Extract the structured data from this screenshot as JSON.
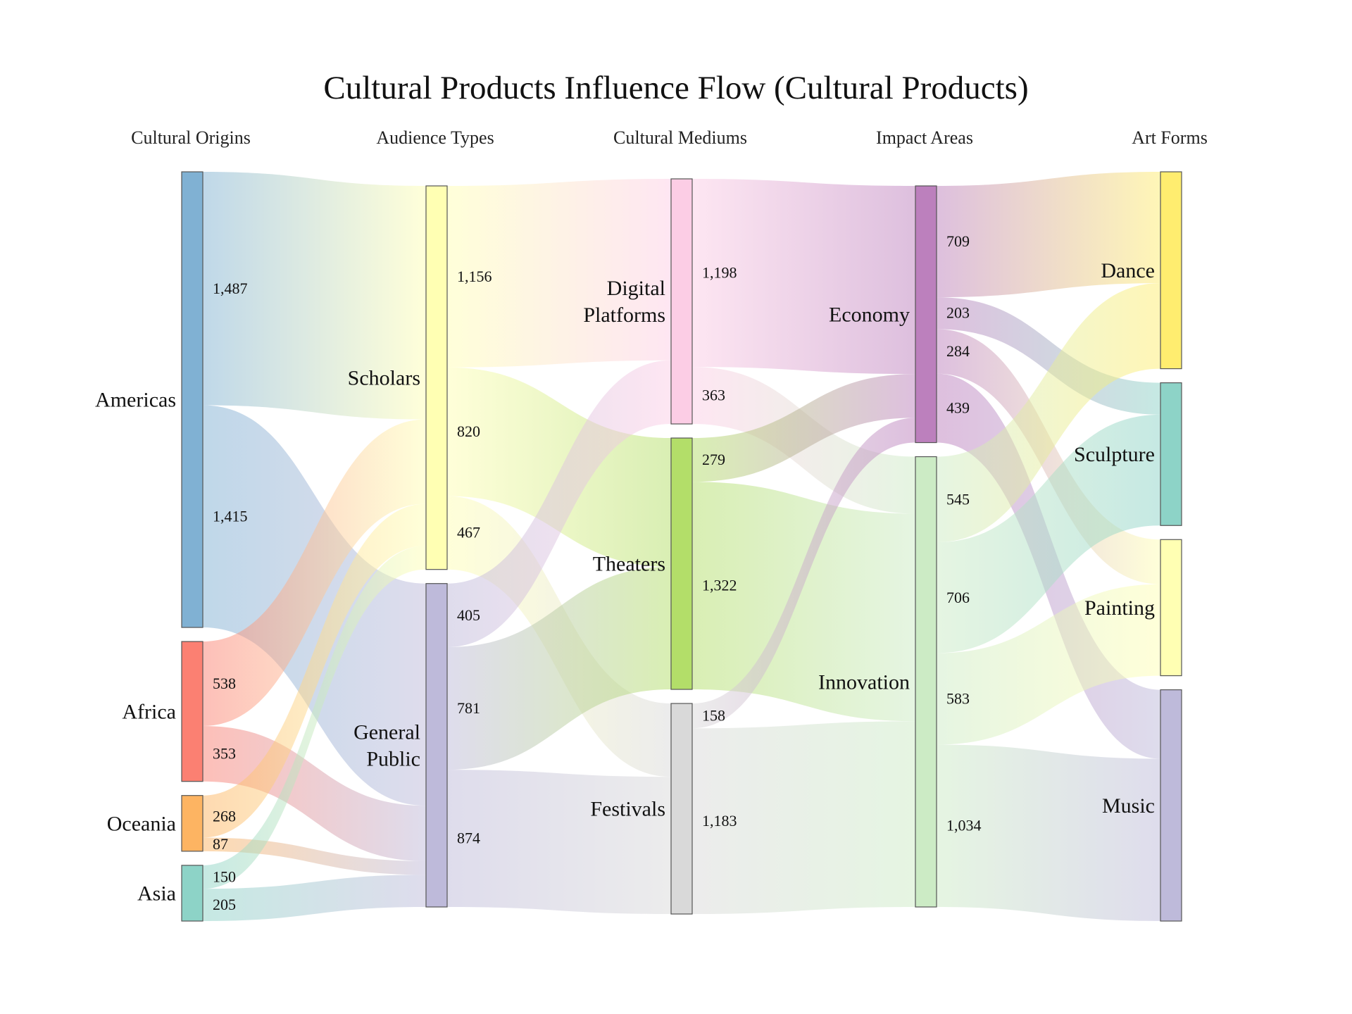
{
  "chart_data": {
    "type": "sankey",
    "title": "Cultural Products Influence Flow (Cultural Products)",
    "columns": [
      "Cultural Origins",
      "Audience Types",
      "Cultural Mediums",
      "Impact Areas",
      "Art Forms"
    ],
    "nodes": [
      {
        "id": "americas",
        "label": "Americas",
        "column": 0,
        "color": "#80b1d3"
      },
      {
        "id": "africa",
        "label": "Africa",
        "column": 0,
        "color": "#fb8072"
      },
      {
        "id": "oceania",
        "label": "Oceania",
        "column": 0,
        "color": "#fdb462"
      },
      {
        "id": "asia",
        "label": "Asia",
        "column": 0,
        "color": "#8dd3c7"
      },
      {
        "id": "scholars",
        "label": "Scholars",
        "column": 1,
        "color": "#ffffb3"
      },
      {
        "id": "public",
        "label": "General Public",
        "column": 1,
        "color": "#bebada"
      },
      {
        "id": "digital",
        "label": "Digital Platforms",
        "column": 2,
        "color": "#fccde5"
      },
      {
        "id": "theaters",
        "label": "Theaters",
        "column": 2,
        "color": "#b3de69"
      },
      {
        "id": "festivals",
        "label": "Festivals",
        "column": 2,
        "color": "#d9d9d9"
      },
      {
        "id": "economy",
        "label": "Economy",
        "column": 3,
        "color": "#bc80bd"
      },
      {
        "id": "innovation",
        "label": "Innovation",
        "column": 3,
        "color": "#ccebc5"
      },
      {
        "id": "dance",
        "label": "Dance",
        "column": 4,
        "color": "#ffed6f"
      },
      {
        "id": "sculpture",
        "label": "Sculpture",
        "column": 4,
        "color": "#8dd3c7"
      },
      {
        "id": "painting",
        "label": "Painting",
        "column": 4,
        "color": "#ffffb3"
      },
      {
        "id": "music",
        "label": "Music",
        "column": 4,
        "color": "#bebada"
      }
    ],
    "links": [
      {
        "source": "americas",
        "target": "scholars",
        "value": 1487,
        "label": "1,487"
      },
      {
        "source": "americas",
        "target": "public",
        "value": 1415,
        "label": "1,415"
      },
      {
        "source": "africa",
        "target": "scholars",
        "value": 538,
        "label": "538"
      },
      {
        "source": "africa",
        "target": "public",
        "value": 353,
        "label": "353"
      },
      {
        "source": "oceania",
        "target": "scholars",
        "value": 268,
        "label": "268"
      },
      {
        "source": "oceania",
        "target": "public",
        "value": 87,
        "label": "87"
      },
      {
        "source": "asia",
        "target": "scholars",
        "value": 150,
        "label": "150"
      },
      {
        "source": "asia",
        "target": "public",
        "value": 205,
        "label": "205"
      },
      {
        "source": "scholars",
        "target": "digital",
        "value": 1156,
        "label": "1,156"
      },
      {
        "source": "scholars",
        "target": "theaters",
        "value": 820,
        "label": "820"
      },
      {
        "source": "scholars",
        "target": "festivals",
        "value": 467,
        "label": "467"
      },
      {
        "source": "public",
        "target": "digital",
        "value": 405,
        "label": "405"
      },
      {
        "source": "public",
        "target": "theaters",
        "value": 781,
        "label": "781"
      },
      {
        "source": "public",
        "target": "festivals",
        "value": 874,
        "label": "874"
      },
      {
        "source": "digital",
        "target": "economy",
        "value": 1198,
        "label": "1,198"
      },
      {
        "source": "digital",
        "target": "innovation",
        "value": 363,
        "label": "363"
      },
      {
        "source": "theaters",
        "target": "economy",
        "value": 279,
        "label": "279"
      },
      {
        "source": "theaters",
        "target": "innovation",
        "value": 1322,
        "label": "1,322"
      },
      {
        "source": "festivals",
        "target": "economy",
        "value": 158,
        "label": "158"
      },
      {
        "source": "festivals",
        "target": "innovation",
        "value": 1183,
        "label": "1,183"
      },
      {
        "source": "economy",
        "target": "dance",
        "value": 709,
        "label": "709"
      },
      {
        "source": "economy",
        "target": "sculpture",
        "value": 203,
        "label": "203"
      },
      {
        "source": "economy",
        "target": "painting",
        "value": 284,
        "label": "284"
      },
      {
        "source": "economy",
        "target": "music",
        "value": 439,
        "label": "439"
      },
      {
        "source": "innovation",
        "target": "dance",
        "value": 545,
        "label": "545"
      },
      {
        "source": "innovation",
        "target": "sculpture",
        "value": 706,
        "label": "706"
      },
      {
        "source": "innovation",
        "target": "painting",
        "value": 583,
        "label": "583"
      },
      {
        "source": "innovation",
        "target": "music",
        "value": 1034,
        "label": "1,034"
      }
    ]
  }
}
